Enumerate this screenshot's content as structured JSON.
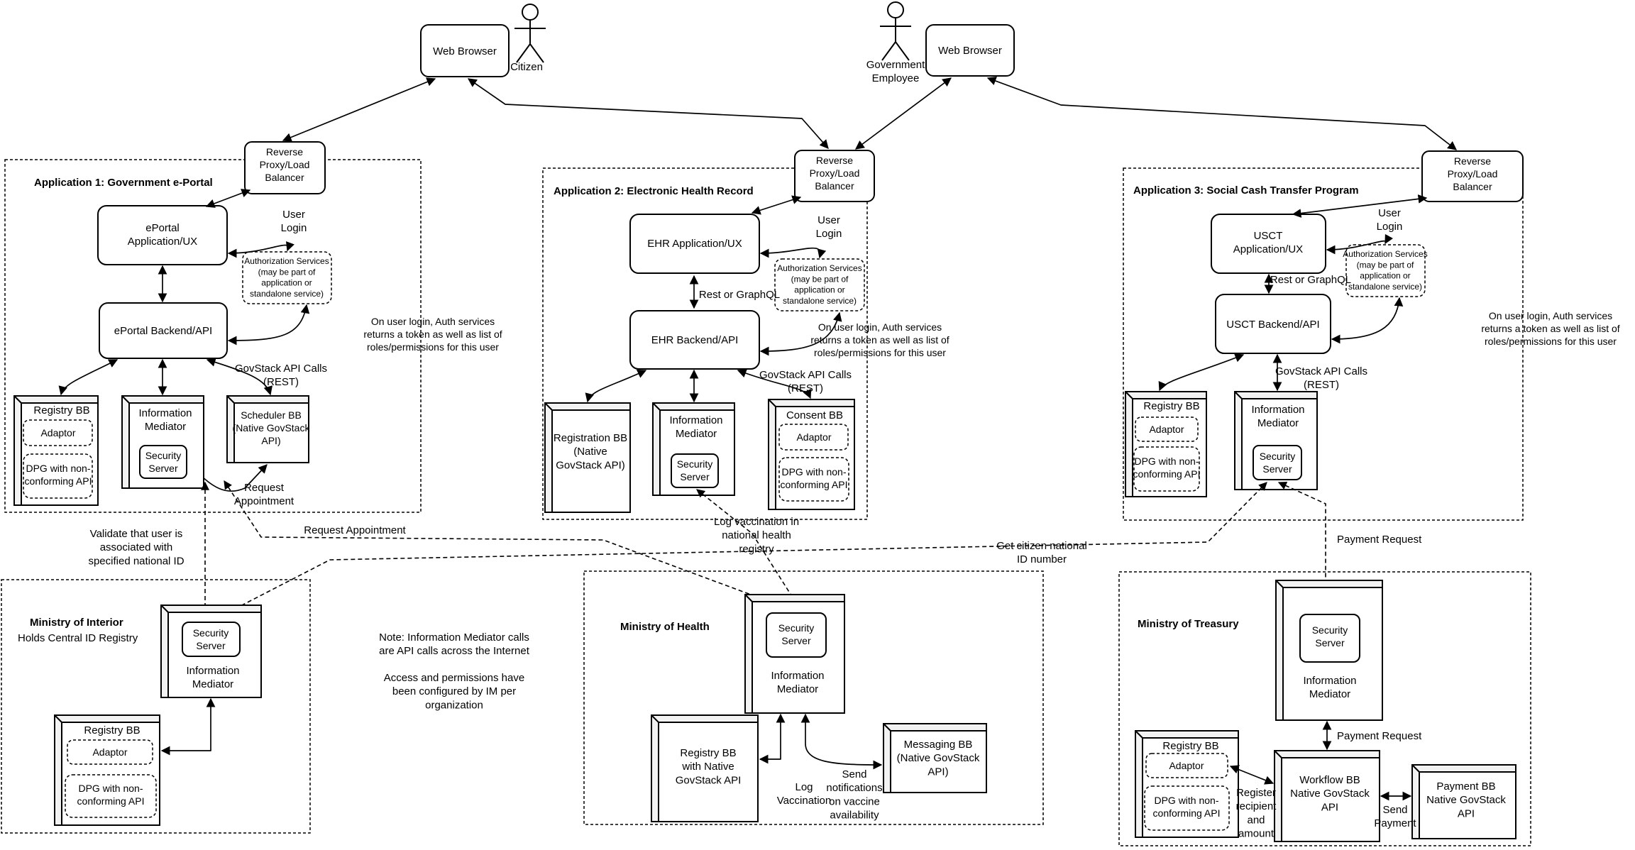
{
  "actors": {
    "citizen": {
      "label": "Citizen"
    },
    "government_employee": {
      "label": "Government\nEmployee"
    }
  },
  "browsers": {
    "left": "Web Browser",
    "right": "Web Browser"
  },
  "shared": {
    "reverse_proxy": "Reverse\nProxy/Load\nBalancer",
    "user_login": "User\nLogin",
    "auth_services": "Authorization Services\n(may be part of\napplication or\nstandalone service)",
    "on_login_note": "On user login, Auth services\nreturns a token as well as list of\nroles/permissions for this user",
    "govstack_calls": "GovStack API Calls\n(REST)",
    "rest_graphql": "Rest or GraphQL",
    "information_mediator": "Information\nMediator",
    "security_server": "Security\nServer",
    "registry_bb": "Registry BB",
    "adaptor": "Adaptor",
    "dpg": "DPG with non-\nconforming API"
  },
  "app1": {
    "title": "Application 1: Government e-Portal",
    "app_ux": "ePortal\nApplication/UX",
    "backend": "ePortal Backend/API",
    "scheduler": "Scheduler BB\n(Native GovStack\nAPI)",
    "request_appointment": "Request\nAppointment"
  },
  "app2": {
    "title": "Application 2: Electronic Health Record",
    "app_ux": "EHR Application/UX",
    "backend": "EHR Backend/API",
    "registration_bb": "Registration BB\n(Native\nGovStack API)",
    "consent_bb": "Consent BB"
  },
  "app3": {
    "title": "Application 3: Social Cash Transfer Program",
    "app_ux": "USCT\nApplication/UX",
    "backend": "USCT Backend/API"
  },
  "ministries": {
    "interior": {
      "title": "Ministry of Interior",
      "subtitle": "Holds Central ID Registry"
    },
    "health": {
      "title": "Ministry of Health",
      "registry_bb": "Registry BB\nwith Native\nGovStack API",
      "messaging_bb": "Messaging BB\n(Native GovStack\nAPI)",
      "log_vaccination": "Log\nVaccination",
      "send_notifications": "Send\nnotifications\non vaccine\navailability"
    },
    "treasury": {
      "title": "Ministry of Treasury",
      "workflow_bb": "Workflow BB\nNative GovStack\nAPI",
      "payment_bb": "Payment BB\nNative GovStack\nAPI",
      "payment_request": "Payment Request",
      "register_recipient": "Register\nrecipient\nand\namount",
      "send_payment": "Send\nPayment"
    }
  },
  "routes": {
    "validate_user": "Validate that user is\nassociated with\nspecified national ID",
    "request_appointment": "Request Appointment",
    "log_vaccination": "Log vaccination in\nnational health\nregistry",
    "get_citizen_id": "Get citizen national\nID number",
    "payment_request": "Payment Request"
  },
  "notes": {
    "im_calls": "Note: Information Mediator calls\nare API calls across the Internet",
    "access": "Access and permissions have\nbeen configured by IM per\norganization"
  }
}
